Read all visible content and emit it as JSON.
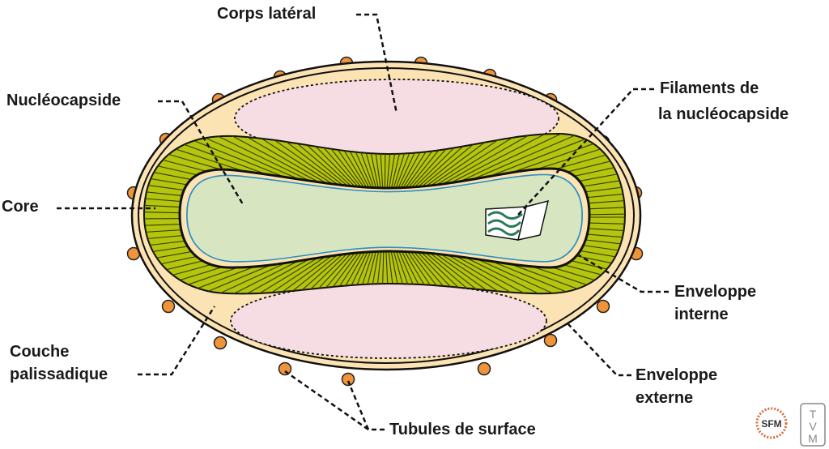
{
  "labels": {
    "corps_lateral": "Corps latéral",
    "nucleocapside": "Nucléocapside",
    "core": "Core",
    "filaments_line1": "Filaments de",
    "filaments_line2": "la nucléocapside",
    "enveloppe_interne_line1": "Enveloppe",
    "enveloppe_interne_line2": "interne",
    "enveloppe_externe_line1": "Enveloppe",
    "enveloppe_externe_line2": "externe",
    "couche_line1": "Couche",
    "couche_line2": "palissadique",
    "tubules": "Tubules de surface"
  },
  "logos": {
    "sfm": "SFM",
    "tvm": "TVM"
  },
  "colors": {
    "envelope": "#fbe3b4",
    "palisade": "#b3c50f",
    "core": "#d7e6c1",
    "lateral_body": "#f6dde3",
    "tubule": "#f0943a",
    "inner_line": "#2a8fc4"
  }
}
